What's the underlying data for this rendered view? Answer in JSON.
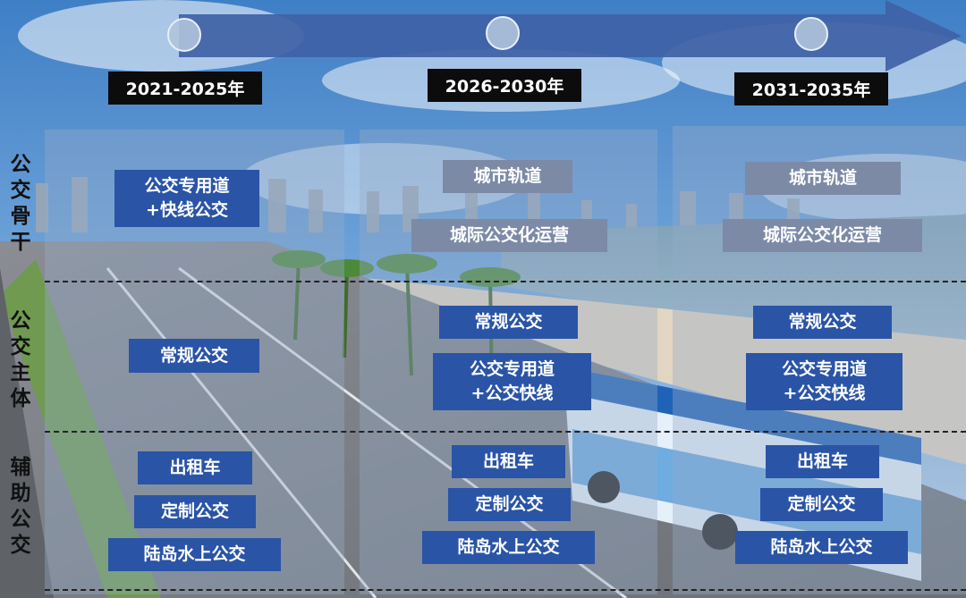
{
  "periods": [
    "2021-2025年",
    "2026-2030年",
    "2031-2035年"
  ],
  "row_labels": {
    "backbone": [
      "公",
      "交",
      "骨",
      "干"
    ],
    "main": [
      "公",
      "交",
      "主",
      "体"
    ],
    "auxiliary": [
      "辅",
      "助",
      "公",
      "交"
    ]
  },
  "cells": {
    "c1": {
      "backbone": [
        "公交专用道\n+快线公交"
      ],
      "main": [
        "常规公交"
      ],
      "auxiliary": [
        "出租车",
        "定制公交",
        "陆岛水上公交"
      ]
    },
    "c2": {
      "backbone": [
        "城市轨道",
        "城际公交化运营"
      ],
      "main": [
        "常规公交",
        "公交专用道\n+公交快线"
      ],
      "auxiliary": [
        "出租车",
        "定制公交",
        "陆岛水上公交"
      ]
    },
    "c3": {
      "backbone": [
        "城市轨道",
        "城际公交化运营"
      ],
      "main": [
        "常规公交",
        "公交专用道\n+公交快线"
      ],
      "auxiliary": [
        "出租车",
        "定制公交",
        "陆岛水上公交"
      ]
    }
  },
  "colors": {
    "box_blue": "#2a54a6",
    "box_gray": "#7c8aa6",
    "period_bg": "#0c0c0c",
    "arrow": "#3f62a6"
  }
}
